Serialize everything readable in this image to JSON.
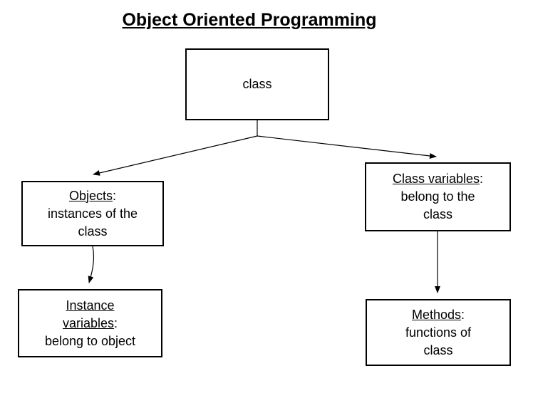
{
  "title": "Object Oriented Programming",
  "colors": {
    "background": "#ffffff",
    "border": "#000000",
    "text": "#000000"
  },
  "nodes": {
    "class": {
      "label": "class"
    },
    "objects": {
      "term": "Objects",
      "colon": ":",
      "desc": "instances of the\nclass"
    },
    "class_variables": {
      "term": "Class variables",
      "colon": ":",
      "desc": "belong to the\nclass"
    },
    "instance_variables": {
      "term": "Instance\nvariables",
      "colon": ":",
      "desc": "belong to object"
    },
    "methods": {
      "term": "Methods",
      "colon": ":",
      "desc": "functions of\nclass"
    }
  },
  "edges": [
    {
      "from": "class",
      "to": "objects"
    },
    {
      "from": "class",
      "to": "class_variables"
    },
    {
      "from": "objects",
      "to": "instance_variables"
    },
    {
      "from": "class_variables",
      "to": "methods"
    }
  ]
}
